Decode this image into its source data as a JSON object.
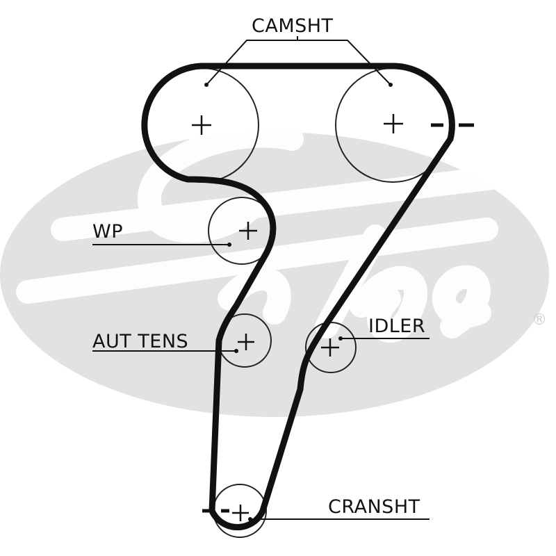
{
  "watermark": {
    "brand": "Gates",
    "registered_mark": "®",
    "ellipse_color": "#e2e2e2"
  },
  "labels": {
    "camshaft": "CAMSHT",
    "water_pump": "WP",
    "auto_tensioner": "AUT TENS",
    "idler": "IDLER",
    "crankshaft": "CRANSHT"
  },
  "colors": {
    "belt": "#111111",
    "pulley_outline": "#222222",
    "text": "#111111"
  }
}
